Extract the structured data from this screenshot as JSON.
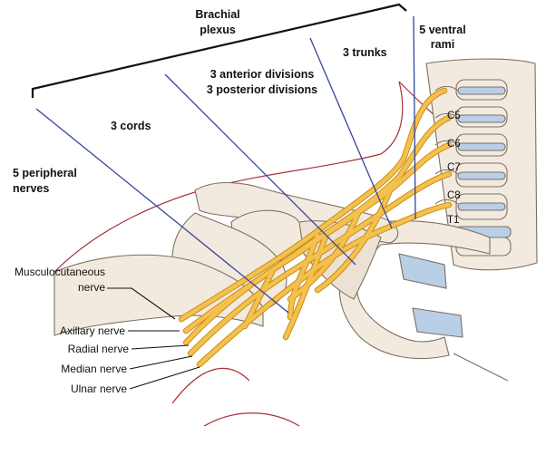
{
  "top_labels": {
    "brachial_plexus_line1": "Brachial",
    "brachial_plexus_line2": "plexus",
    "divisions_line1": "3 anterior divisions",
    "divisions_line2": "3 posterior divisions",
    "trunks": "3 trunks",
    "rami_line1": "5 ventral",
    "rami_line2": "rami",
    "cords": "3 cords",
    "peripheral_line1": "5 peripheral",
    "peripheral_line2": "nerves"
  },
  "vertebra_labels": [
    "C5",
    "C6",
    "C7",
    "C8",
    "T1"
  ],
  "nerve_labels": {
    "musculocutaneous_line1": "Musculocutaneous",
    "musculocutaneous_line2": "nerve",
    "axillary": "Axillary nerve",
    "radial": "Radial nerve",
    "median": "Median nerve",
    "ulnar": "Ulnar nerve"
  },
  "colors": {
    "nerve": "#f4c04e",
    "nerve_outline": "#c98f16",
    "bone": "#f3eadf",
    "bone_outline": "#7c7065",
    "cartilage": "#b9cfe6",
    "skin_line": "#a8303a",
    "pointer_blue": "#34449a",
    "leader": "#111111"
  }
}
